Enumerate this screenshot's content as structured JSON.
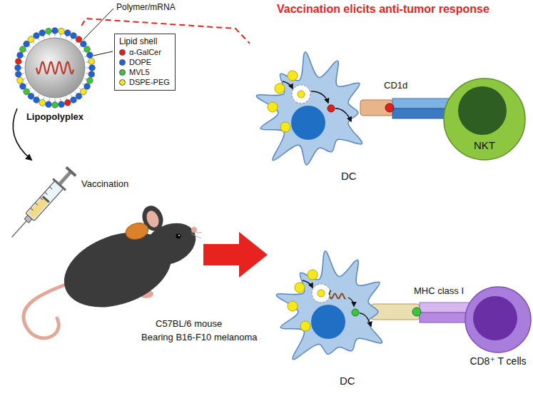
{
  "diagram": {
    "title": "Vaccination elicits anti-tumor response",
    "nodes": [
      {
        "text": [
          "Lipopolyplex"
        ]
      },
      {
        "text": [
          "DC"
        ]
      },
      {
        "text": [
          "NKT"
        ]
      },
      {
        "text": [
          "DC"
        ]
      },
      {
        "text": [
          "CD8⁺ T cells"
        ]
      }
    ],
    "edges": [
      {
        "from": 0,
        "to": 1,
        "arrow": "none"
      }
    ],
    "labels": [
      "Polymer/mRNA",
      "Lipid shell",
      "Vaccination",
      "C57BL/6 mouse",
      "Bearing B16-F10 melanoma",
      "CD1d",
      "MHC class I"
    ],
    "legend": [
      {
        "text": "α-GalCer",
        "color": "#e0201b"
      },
      {
        "text": "DOPE",
        "color": "#1d63d8"
      },
      {
        "text": "MVL5",
        "color": "#3cc43c"
      },
      {
        "text": "DSPE-PEG",
        "color": "#f7e81c"
      }
    ]
  }
}
